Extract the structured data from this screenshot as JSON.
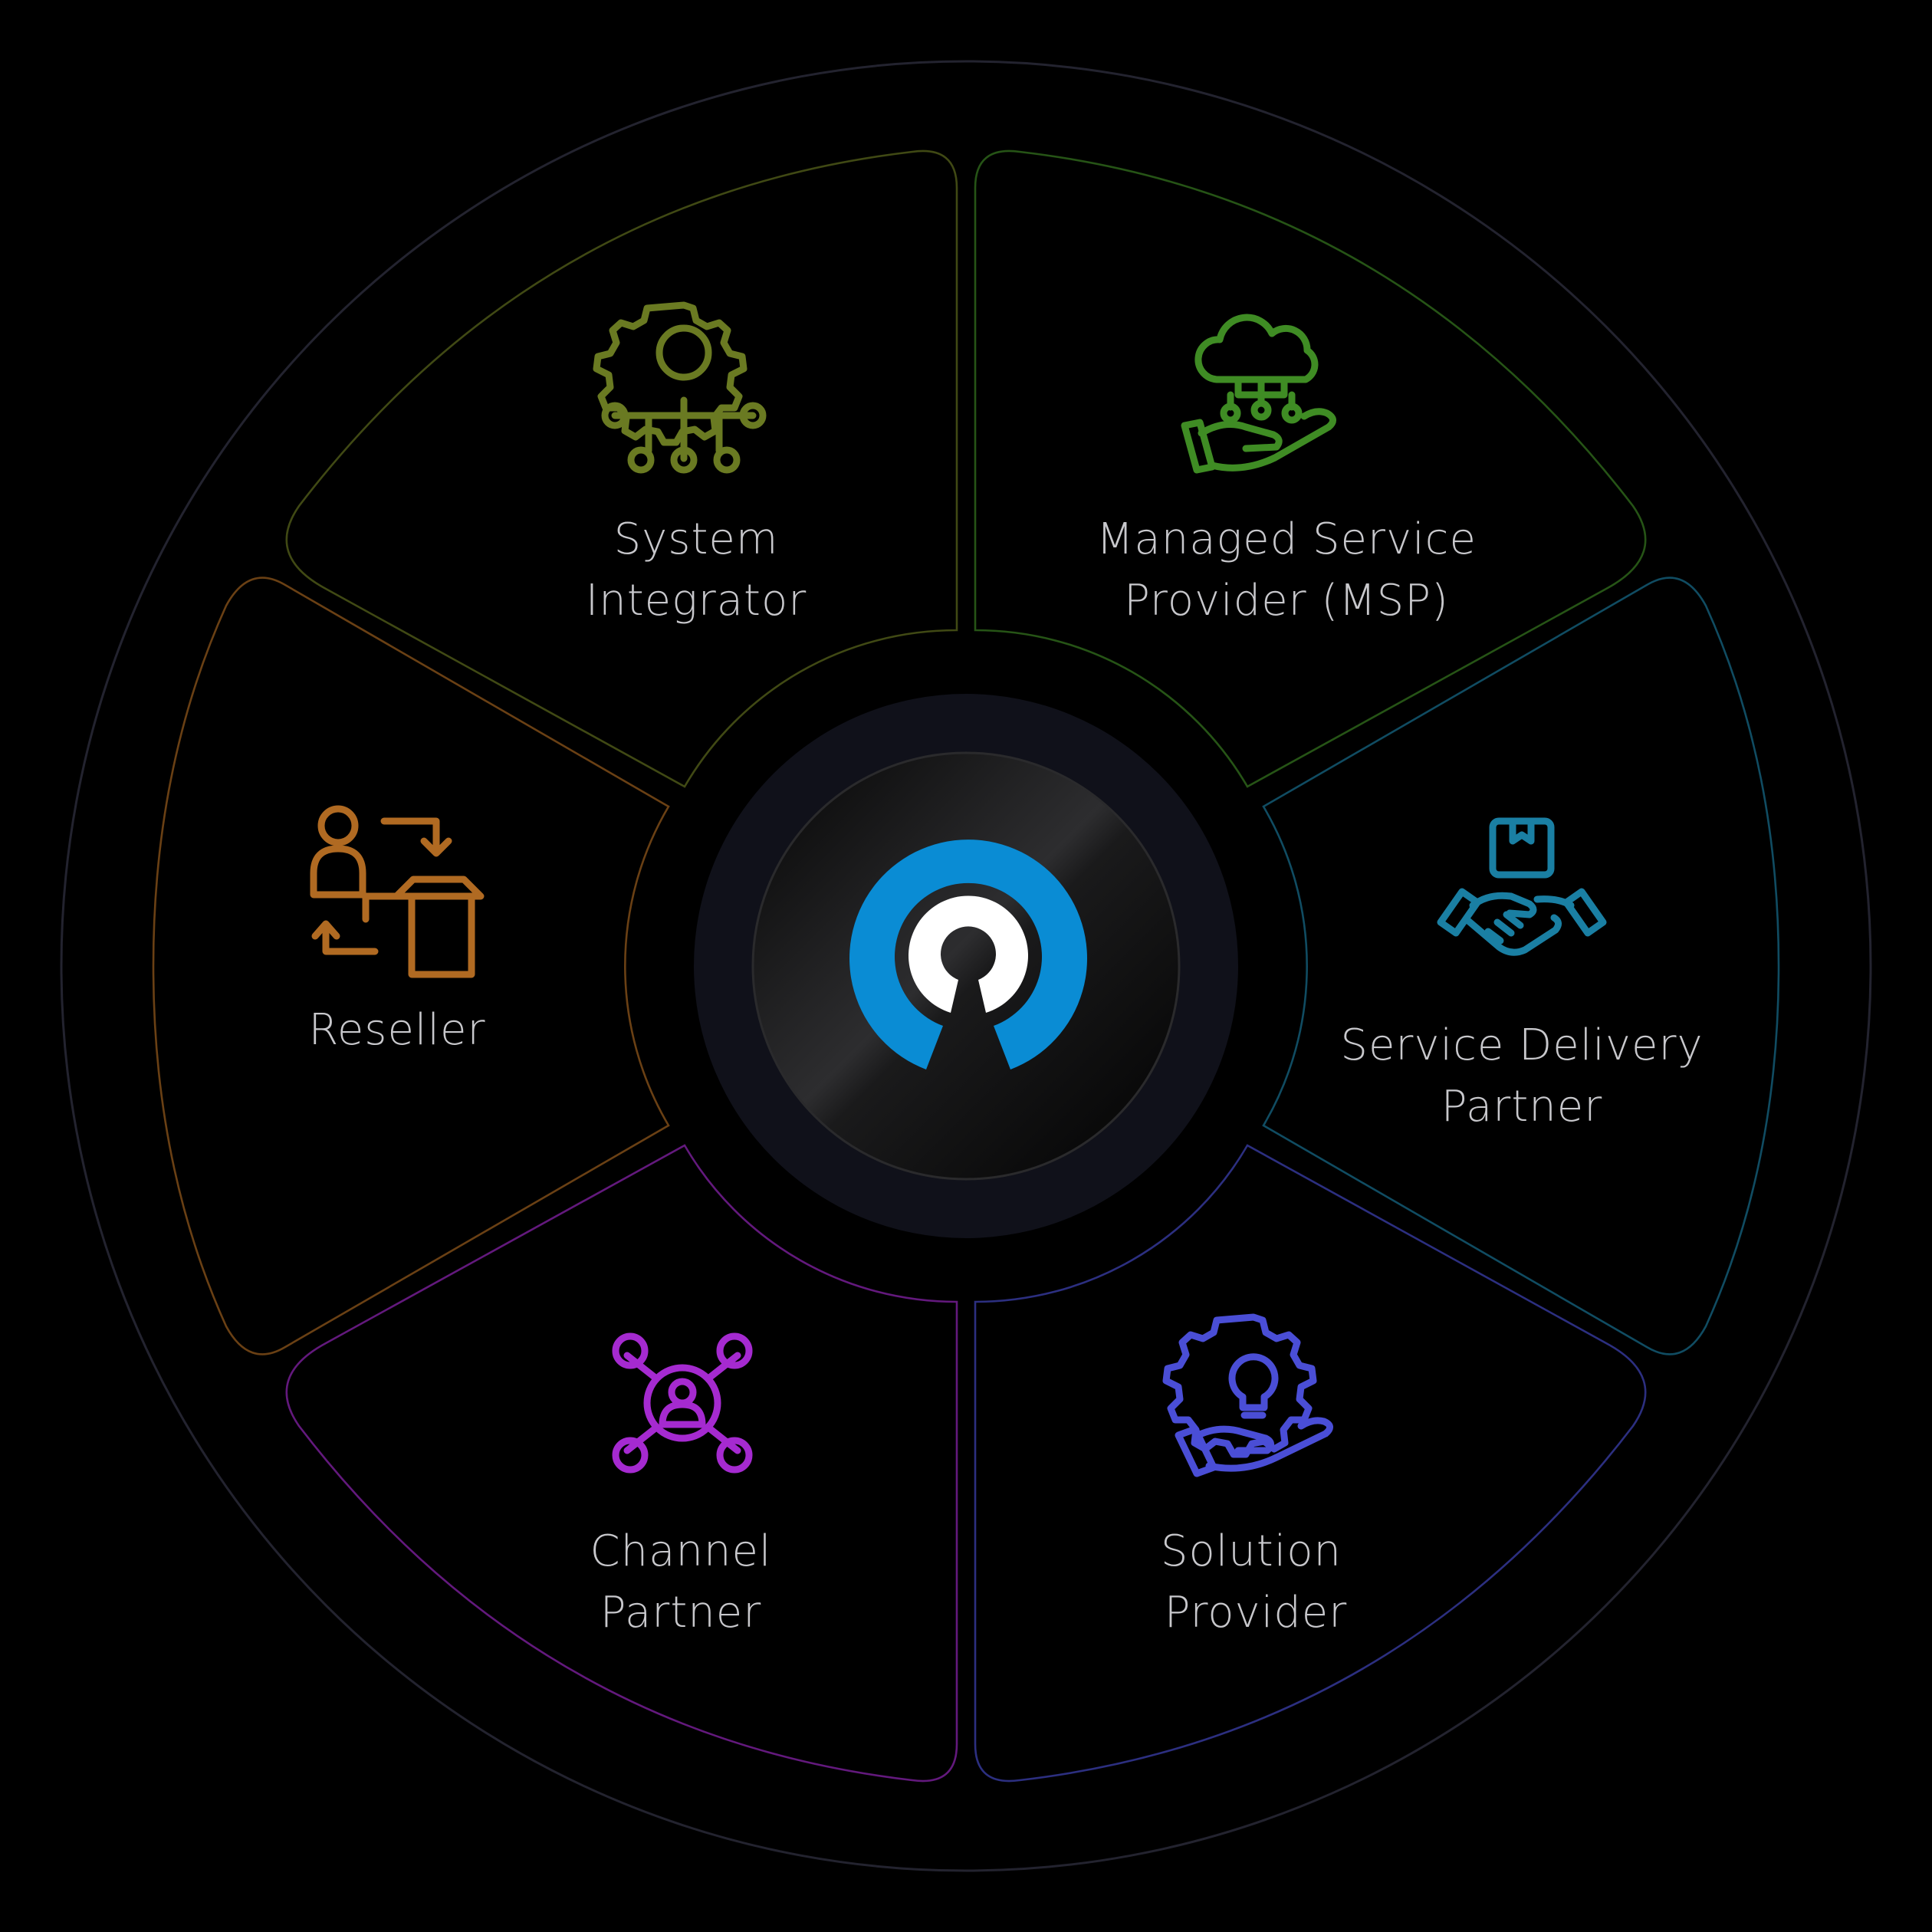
{
  "segments": [
    {
      "key": "system-integrator",
      "lines": [
        "System",
        "Integrator"
      ],
      "color": "#6a7a22",
      "icon": "gear-network-icon"
    },
    {
      "key": "msp",
      "lines": [
        "Managed Service",
        "Provider (MSP)"
      ],
      "color": "#3f8c24",
      "icon": "cloud-hand-icon"
    },
    {
      "key": "service-delivery",
      "lines": [
        "Service Delivery",
        "Partner"
      ],
      "color": "#1a7fa3",
      "icon": "handshake-box-icon"
    },
    {
      "key": "solution-provider",
      "lines": [
        "Solution",
        "Provider"
      ],
      "color": "#4a4ed6",
      "icon": "lightbulb-gear-hand-icon"
    },
    {
      "key": "channel-partner",
      "lines": [
        "Channel",
        "Partner"
      ],
      "color": "#a52ad0",
      "icon": "user-network-icon"
    },
    {
      "key": "reseller",
      "lines": [
        "Reseller"
      ],
      "color": "#b06a22",
      "icon": "user-exchange-box-icon"
    }
  ],
  "center": {
    "icon": "logo-icon",
    "ring_color": "#0a8cd4",
    "inner_color": "#ffffff"
  },
  "outer_ring_color": "#23232f"
}
